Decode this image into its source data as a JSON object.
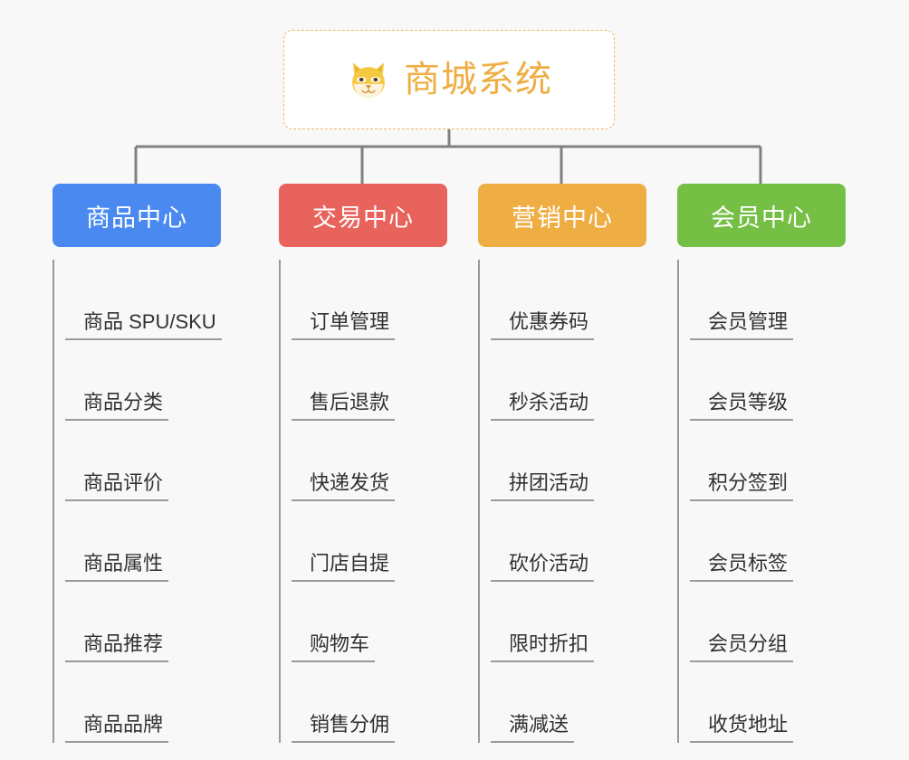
{
  "diagram": {
    "title": "商城系统",
    "background_color": "#f8f8f8",
    "connector_color": "#808080",
    "root": {
      "label": "商城系统",
      "icon": "shiba-face-emoji",
      "text_color": "#eeae43",
      "border_color": "#f0b860",
      "background_color": "#ffffff"
    },
    "branches": [
      {
        "label": "商品中心",
        "color": "#4a8af0",
        "items": [
          "商品 SPU/SKU",
          "商品分类",
          "商品评价",
          "商品属性",
          "商品推荐",
          "商品品牌"
        ]
      },
      {
        "label": "交易中心",
        "color": "#e8635c",
        "items": [
          "订单管理",
          "售后退款",
          "快递发货",
          "门店自提",
          "购物车",
          "销售分佣"
        ]
      },
      {
        "label": "营销中心",
        "color": "#eeae43",
        "items": [
          "优惠券码",
          "秒杀活动",
          "拼团活动",
          "砍价活动",
          "限时折扣",
          "满减送"
        ]
      },
      {
        "label": "会员中心",
        "color": "#74bf44",
        "items": [
          "会员管理",
          "会员等级",
          "积分签到",
          "会员标签",
          "会员分组",
          "收货地址"
        ]
      }
    ]
  }
}
